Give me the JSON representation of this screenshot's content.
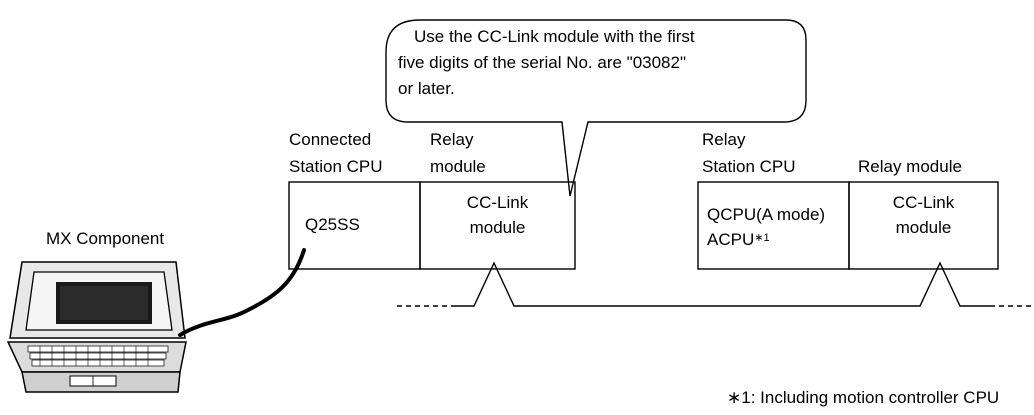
{
  "callout": {
    "line1": "Use the CC-Link module with the first",
    "line2": "five digits of the serial No. are \"03082\"",
    "line3": "or later."
  },
  "connected_station": {
    "header_line1": "Connected",
    "header_line2": "Station CPU",
    "cpu_label": "Q25SS"
  },
  "relay_module_left": {
    "header_line1": "Relay",
    "header_line2": "module",
    "body_line1": "CC-Link",
    "body_line2": "module"
  },
  "relay_station": {
    "header_line1": "Relay",
    "header_line2": "Station CPU",
    "cpu_line1": "QCPU(A mode)",
    "cpu_line2": "ACPU",
    "cpu_line2_mark": "∗1"
  },
  "relay_module_right": {
    "header": "Relay module",
    "body_line1": "CC-Link",
    "body_line2": "module"
  },
  "computer": {
    "label": "MX Component"
  },
  "footnote": "∗1: Including motion controller CPU"
}
